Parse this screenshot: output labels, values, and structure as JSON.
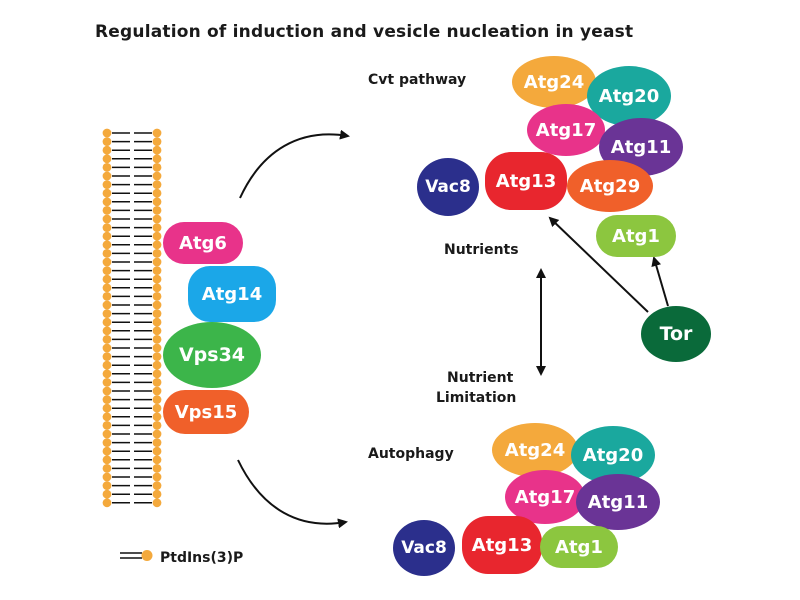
{
  "title": "Regulation of induction and vesicle nucleation in yeast",
  "labels": {
    "cvt": "Cvt pathway",
    "nutrients": "Nutrients",
    "limitation_line1": "Nutrient",
    "limitation_line2": "Limitation",
    "autophagy": "Autophagy",
    "legend": "PtdIns(3)P"
  },
  "membrane_complex": {
    "atg6": "Atg6",
    "atg14": "Atg14",
    "vps34": "Vps34",
    "vps15": "Vps15"
  },
  "cvt_complex": {
    "atg24": "Atg24",
    "atg20": "Atg20",
    "atg17": "Atg17",
    "atg11": "Atg11",
    "vac8": "Vac8",
    "atg13": "Atg13",
    "atg29": "Atg29",
    "atg1": "Atg1",
    "tor": "Tor"
  },
  "autophagy_complex": {
    "atg24": "Atg24",
    "atg20": "Atg20",
    "atg17": "Atg17",
    "atg11": "Atg11",
    "vac8": "Vac8",
    "atg13": "Atg13",
    "atg1": "Atg1"
  },
  "colors": {
    "atg6": "#e8338a",
    "atg14": "#1ba7e8",
    "vps34": "#3cb54a",
    "vps15": "#f0602a",
    "atg24": "#f4a93c",
    "atg20": "#1aa89e",
    "atg17": "#e8338a",
    "atg11": "#6a3496",
    "vac8": "#2b2f8c",
    "atg13": "#e8262e",
    "atg29": "#f0602a",
    "atg1": "#8cc63f",
    "tor": "#0a6a3a",
    "lipid_head": "#f4a93c"
  }
}
